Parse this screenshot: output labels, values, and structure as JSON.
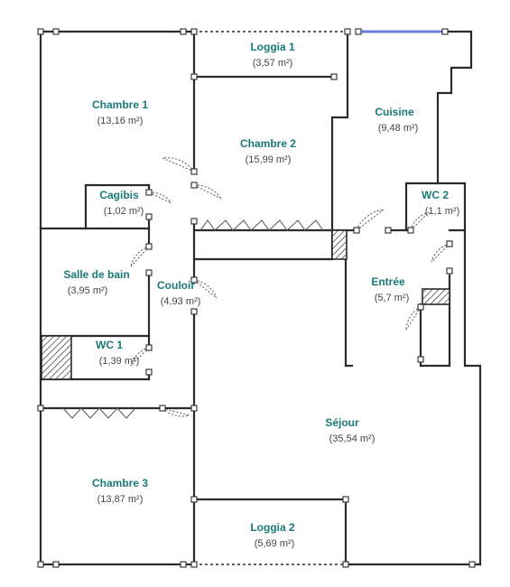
{
  "rooms": {
    "loggia1": {
      "name": "Loggia 1",
      "area": "(3,57 m²)"
    },
    "chambre1": {
      "name": "Chambre 1",
      "area": "(13,16 m²)"
    },
    "chambre2": {
      "name": "Chambre 2",
      "area": "(15,99 m²)"
    },
    "cuisine": {
      "name": "Cuisine",
      "area": "(9,48 m²)"
    },
    "cagibis": {
      "name": "Cagibis",
      "area": "(1,02 m²)"
    },
    "wc2": {
      "name": "WC 2",
      "area": "(1,1 m²)"
    },
    "salle_de_bain": {
      "name": "Salle de bain",
      "area": "(3,95 m²)"
    },
    "couloir": {
      "name": "Couloir",
      "area": "(4,93 m²)"
    },
    "entree": {
      "name": "Entrée",
      "area": "(5,7 m²)"
    },
    "wc1": {
      "name": "WC 1",
      "area": "(1,39 m²)"
    },
    "sejour": {
      "name": "Séjour",
      "area": "(35,54 m²)"
    },
    "chambre3": {
      "name": "Chambre 3",
      "area": "(13,87 m²)"
    },
    "loggia2": {
      "name": "Loggia 2",
      "area": "(5,69 m²)"
    }
  },
  "colors": {
    "wall": "#2b2b2b",
    "label": "#1a7a78",
    "area": "#444444",
    "window": "#6b7bd8"
  }
}
